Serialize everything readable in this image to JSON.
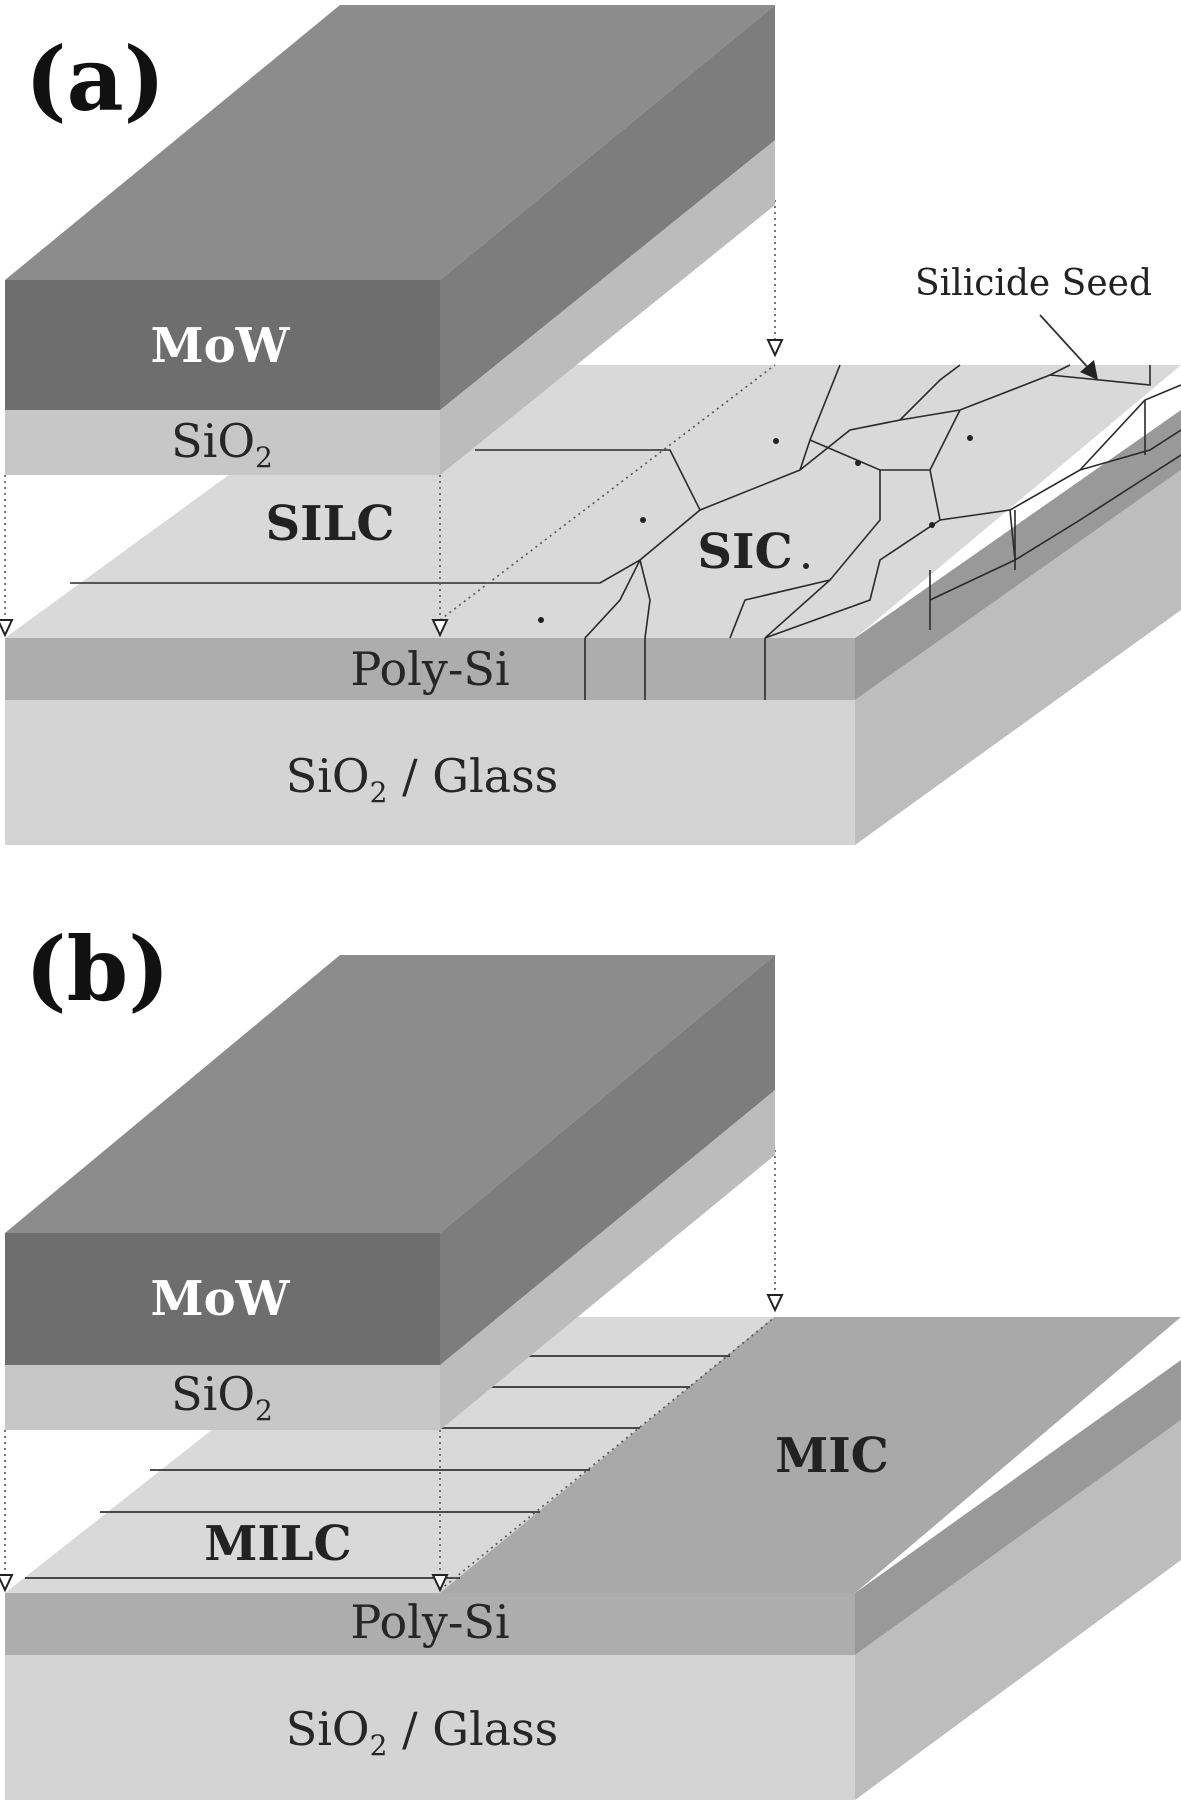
{
  "panel_a": {
    "label": "(a)",
    "mow_label": "MoW",
    "sio2_top": {
      "main": "SiO",
      "sub": "2"
    },
    "silc_label": "SILC",
    "sic_label": "SIC",
    "seed_note": "Silicide Seed",
    "polysi_label": "Poly-Si",
    "substrate_label": {
      "main": "SiO",
      "sub": "2",
      "rest": " / Glass"
    }
  },
  "panel_b": {
    "label": "(b)",
    "mow_label": "MoW",
    "sio2_top": {
      "main": "SiO",
      "sub": "2"
    },
    "milc_label": "MILC",
    "mic_label": "MIC",
    "polysi_label": "Poly-Si",
    "substrate_label": {
      "main": "SiO",
      "sub": "2",
      "rest": " / Glass"
    }
  },
  "colors": {
    "mow_front": "#6e6e6e",
    "mow_top": "#8c8c8c",
    "sio2_front": "#c7c7c7",
    "polysi_front": "#adadad",
    "substrate_front": "#d4d4d4",
    "film_top": "#d7d7d7",
    "mic_region": "#a9a9a9"
  }
}
